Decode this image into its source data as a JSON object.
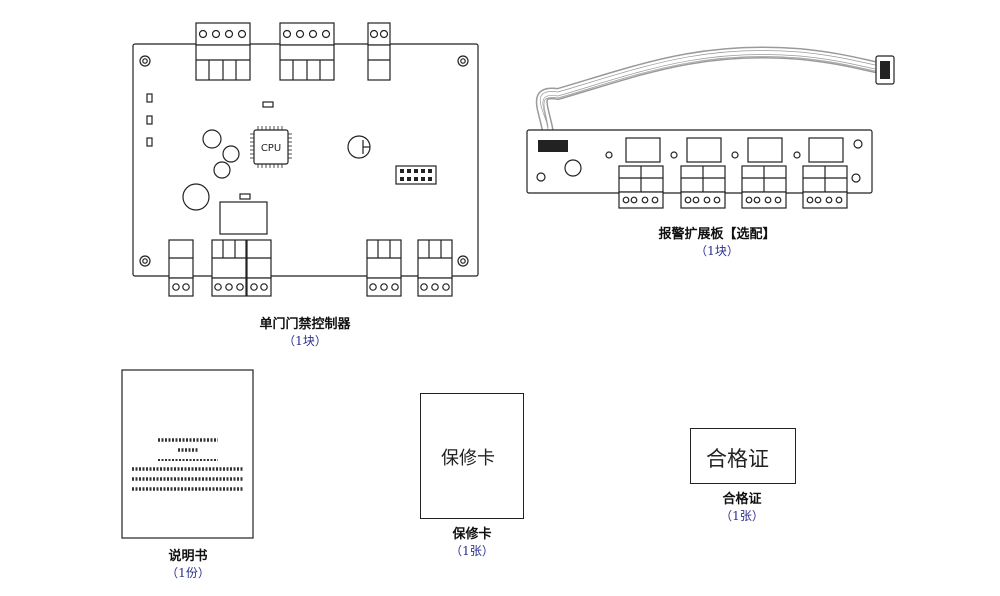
{
  "controller": {
    "title": "单门门禁控制器",
    "qty": "（1块）",
    "cpu_label": "CPU"
  },
  "alarm_board": {
    "title": "报警扩展板【选配】",
    "qty": "（1块）"
  },
  "manual": {
    "title": "说明书",
    "qty": "（1份）"
  },
  "warranty": {
    "title": "保修卡",
    "qty": "（1张）",
    "card_text": "保修卡"
  },
  "certificate": {
    "title": "合格证",
    "qty": "（1张）",
    "card_text": "合格证"
  },
  "colors": {
    "line": "#222222",
    "caption_qty": "#2b2f8f",
    "cable": "#9a9a9a"
  }
}
